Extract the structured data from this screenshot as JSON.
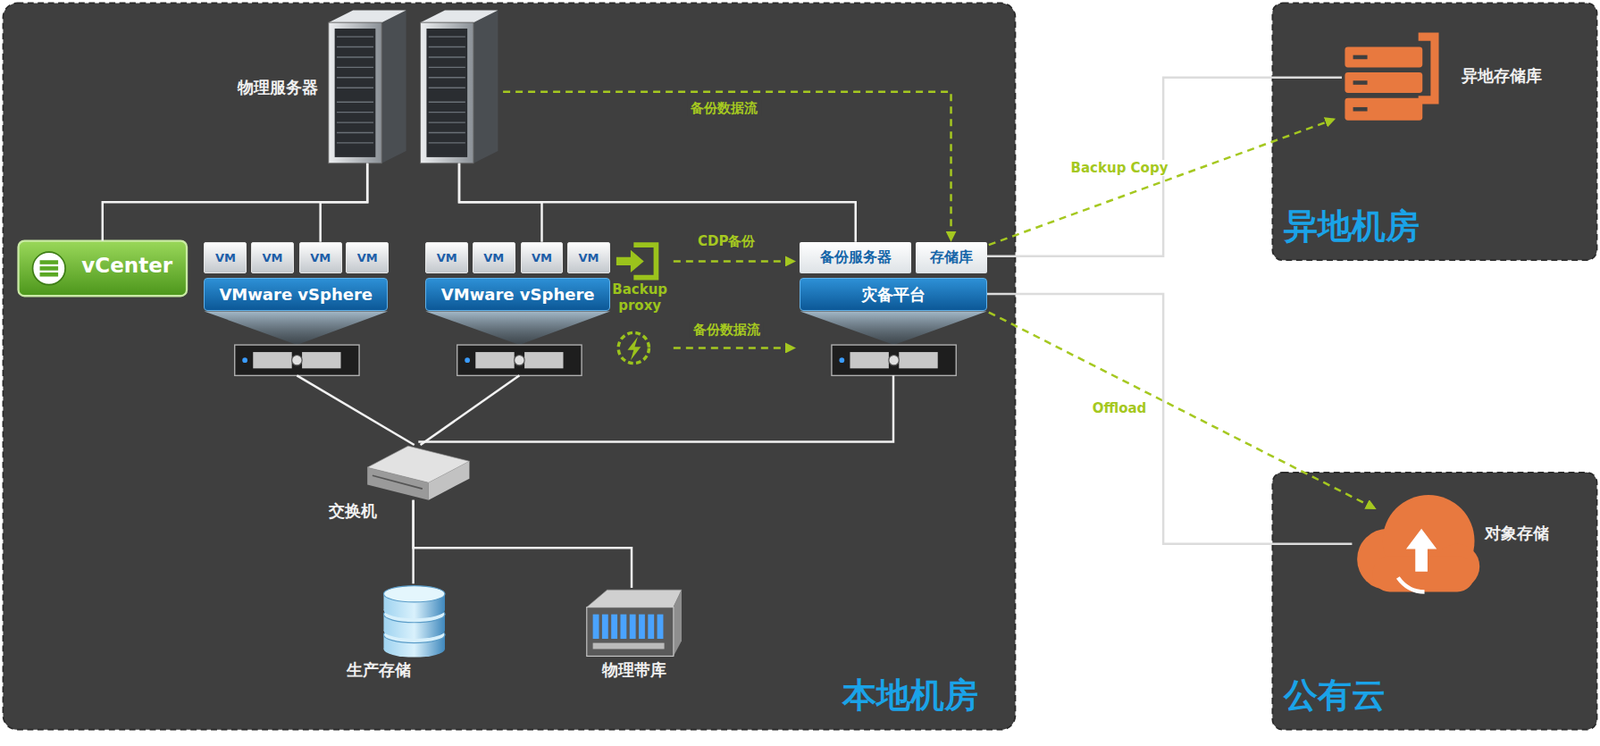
{
  "diagram": {
    "nodes": [
      {
        "text": [
          "本地机房"
        ]
      },
      {
        "text": [
          "物理服务器"
        ],
        "in": 0
      },
      {
        "text": [
          "vCenter"
        ],
        "in": 0
      },
      {
        "text": [
          "VM"
        ],
        "in": 0
      },
      {
        "text": [
          "VM"
        ],
        "in": 0
      },
      {
        "text": [
          "VM"
        ],
        "in": 0
      },
      {
        "text": [
          "VM"
        ],
        "in": 0
      },
      {
        "text": [
          "VMware vSphere"
        ],
        "in": 0
      },
      {
        "text": [
          "VM"
        ],
        "in": 0
      },
      {
        "text": [
          "VM"
        ],
        "in": 0
      },
      {
        "text": [
          "VM"
        ],
        "in": 0
      },
      {
        "text": [
          "VM"
        ],
        "in": 0
      },
      {
        "text": [
          "VMware vSphere"
        ],
        "in": 0
      },
      {
        "text": [
          "Backup proxy"
        ],
        "in": 0
      },
      {
        "text": [
          "备份服务器"
        ],
        "in": 0
      },
      {
        "text": [
          "存储库"
        ],
        "in": 0
      },
      {
        "text": [
          "灾备平台"
        ],
        "in": 0
      },
      {
        "text": [
          "交换机"
        ],
        "in": 0
      },
      {
        "text": [
          "生产存储"
        ],
        "in": 0
      },
      {
        "text": [
          "物理带库"
        ],
        "in": 0
      },
      {
        "text": [
          "异地机房"
        ]
      },
      {
        "text": [
          "异地存储库"
        ],
        "in": 20
      },
      {
        "text": [
          "公有云"
        ]
      },
      {
        "text": [
          "对象存储"
        ],
        "in": 22
      }
    ],
    "edges": [
      {
        "from": 1,
        "to": 2,
        "arrow": "none"
      },
      {
        "from": 1,
        "to": 5,
        "arrow": "none"
      },
      {
        "from": 1,
        "to": 10,
        "arrow": "none"
      },
      {
        "from": 1,
        "to": 14,
        "arrow": "none"
      },
      {
        "from": 1,
        "to": 15,
        "label": "备份数据流",
        "arrow": "to"
      },
      {
        "from": 13,
        "to": 14,
        "label": "CDP备份",
        "arrow": "to"
      },
      {
        "from": 13,
        "to": 16,
        "label": "备份数据流",
        "arrow": "to"
      },
      {
        "from": 7,
        "to": 17,
        "arrow": "none"
      },
      {
        "from": 12,
        "to": 17,
        "arrow": "none"
      },
      {
        "from": 16,
        "to": 17,
        "arrow": "none"
      },
      {
        "from": 17,
        "to": 18,
        "arrow": "none"
      },
      {
        "from": 17,
        "to": 19,
        "arrow": "none"
      },
      {
        "from": 15,
        "to": 21,
        "label": "Backup Copy",
        "arrow": "to"
      },
      {
        "from": 16,
        "to": 23,
        "label": "Offload",
        "arrow": "to"
      },
      {
        "from": 15,
        "to": 21,
        "arrow": "none"
      },
      {
        "from": 16,
        "to": 23,
        "arrow": "none"
      }
    ]
  }
}
